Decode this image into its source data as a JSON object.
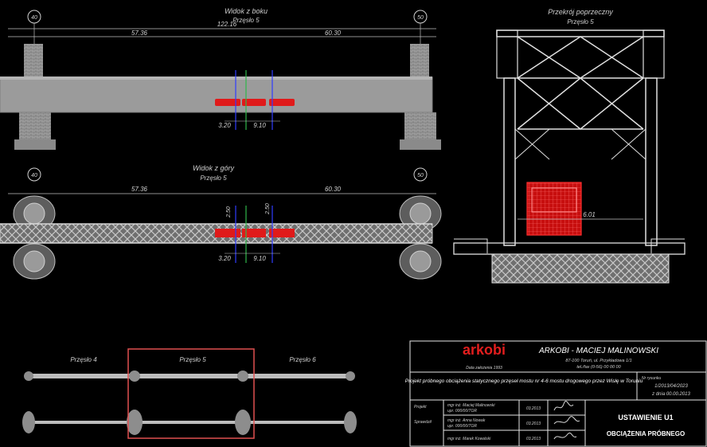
{
  "side_view": {
    "title": "Widok z boku",
    "subtitle": "Przęsło 5",
    "axis_left": "40",
    "axis_right": "50",
    "total_span": "122.16",
    "dim_left": "57.36",
    "dim_right": "60.30",
    "dim_small_a": "3.20",
    "dim_small_b": "9.10"
  },
  "top_view": {
    "title": "Widok z góry",
    "subtitle": "Przęsło 5",
    "axis_left": "40",
    "axis_right": "50",
    "dim_left": "57.36",
    "dim_right": "60.30",
    "dim_small_a": "3.20",
    "dim_small_b": "9.10",
    "dim_vert_a": "2.50",
    "dim_vert_b": "2.50"
  },
  "cross_section": {
    "title": "Przekrój poprzeczny",
    "subtitle": "Przęsło 5",
    "dim_width": "6.01"
  },
  "overview": {
    "span_4": "Przęsło 4",
    "span_5": "Przęsło 5",
    "span_6": "Przęsło 6"
  },
  "title_block": {
    "company": "ARKOBI - MACIEJ MALINOWSKI",
    "address_1": "87-100 Toruń, ul. Przykładowa 1/1",
    "address_2": "tel./fax (0-56) 00 00 00",
    "logo_text": "arkobi",
    "logo_caption": "Data założenia 1993",
    "project_name": "Projekt próbnego obciążenia statycznego przęseł mostu nr 4-6 mostu drogowego przez Wisłę w Toruniu",
    "doc_label": "Nr rysunku",
    "doc_no": "1/2013/04/2023",
    "doc_date": "z dnia 00.00.2013",
    "role_1": "Projekt",
    "name_1": "mgr inż. Maciej Malinowski",
    "perm_1": "upr. 000/00/TOR",
    "role_2": "Sprawdził",
    "name_2": "mgr inż. Anna Nowak",
    "perm_2": "upr. 000/00/TOR",
    "name_3": "mgr inż. Marek Kowalski",
    "date_1": "03.2013",
    "date_2": "03.2013",
    "date_3": "03.2013",
    "sheet_title_1": "USTAWIENIE U1",
    "sheet_title_2": "OBCIĄŻENIA PRÓBNEGO"
  }
}
